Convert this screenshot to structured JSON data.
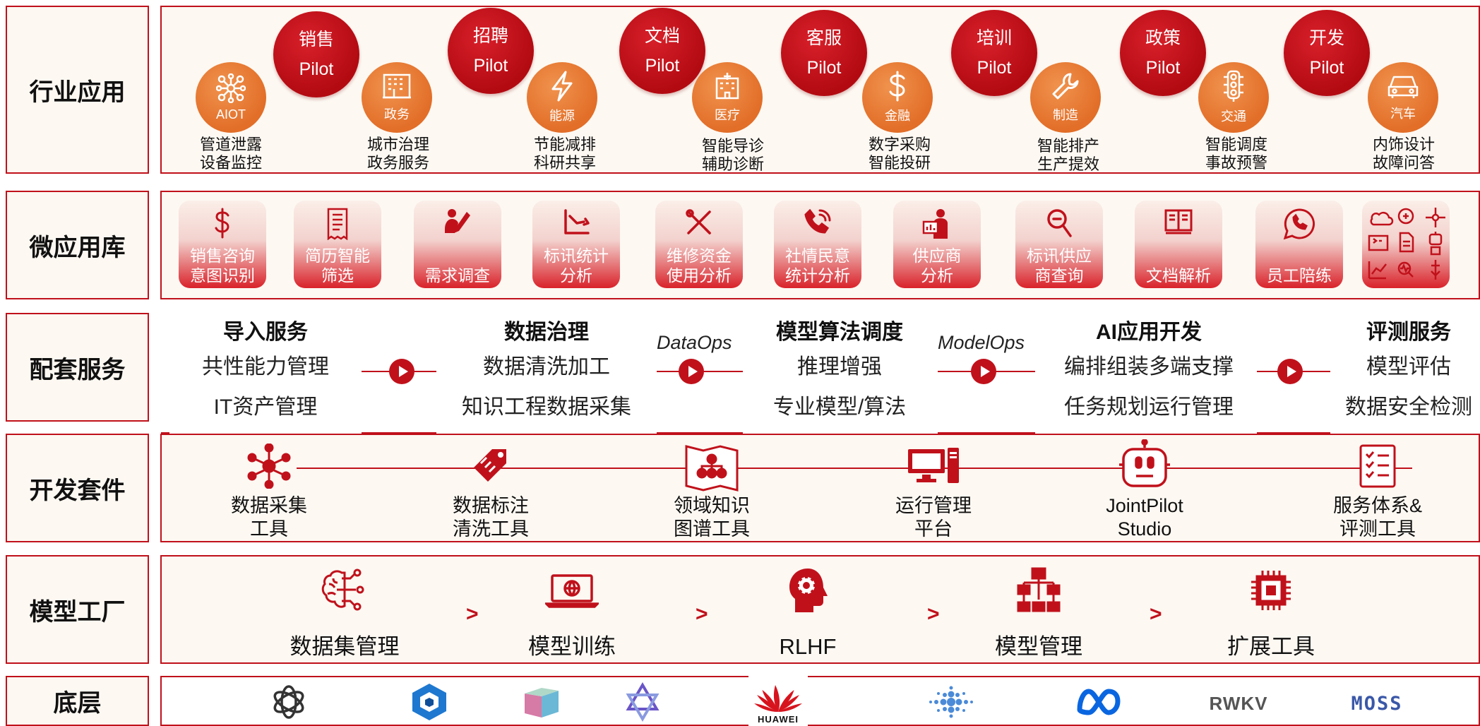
{
  "rows": {
    "industry": "行业应用",
    "micro": "微应用库",
    "services": "配套服务",
    "devkit": "开发套件",
    "factory": "模型工厂",
    "base": "底层"
  },
  "pilots": [
    {
      "name": "销售",
      "suffix": "Pilot"
    },
    {
      "name": "招聘",
      "suffix": "Pilot"
    },
    {
      "name": "文档",
      "suffix": "Pilot"
    },
    {
      "name": "客服",
      "suffix": "Pilot"
    },
    {
      "name": "培训",
      "suffix": "Pilot"
    },
    {
      "name": "政策",
      "suffix": "Pilot"
    },
    {
      "name": "开发",
      "suffix": "Pilot"
    }
  ],
  "sectors": [
    {
      "name": "AIOT",
      "icon": "network-icon",
      "line1": "管道泄露",
      "line2": "设备监控"
    },
    {
      "name": "政务",
      "icon": "building-icon",
      "line1": "城市治理",
      "line2": "政务服务"
    },
    {
      "name": "能源",
      "icon": "lightning-icon",
      "line1": "节能减排",
      "line2": "科研共享"
    },
    {
      "name": "医疗",
      "icon": "hospital-icon",
      "line1": "智能导诊",
      "line2": "辅助诊断"
    },
    {
      "name": "金融",
      "icon": "dollar-icon",
      "line1": "数字采购",
      "line2": "智能投研"
    },
    {
      "name": "制造",
      "icon": "wrench-icon",
      "line1": "智能排产",
      "line2": "生产提效"
    },
    {
      "name": "交通",
      "icon": "traffic-light-icon",
      "line1": "智能调度",
      "line2": "事故预警"
    },
    {
      "name": "汽车",
      "icon": "car-icon",
      "line1": "内饰设计",
      "line2": "故障问答"
    }
  ],
  "micro_apps": [
    {
      "line1": "销售咨询",
      "line2": "意图识别",
      "icon": "dollar-icon"
    },
    {
      "line1": "简历智能",
      "line2": "筛选",
      "icon": "receipt-icon"
    },
    {
      "line1": "需求调查",
      "line2": "",
      "icon": "pen-icon"
    },
    {
      "line1": "标讯统计",
      "line2": "分析",
      "icon": "chart-arrow-icon"
    },
    {
      "line1": "维修资金",
      "line2": "使用分析",
      "icon": "tools-icon"
    },
    {
      "line1": "社情民意",
      "line2": "统计分析",
      "icon": "phone-icon"
    },
    {
      "line1": "供应商",
      "line2": "分析",
      "icon": "presenter-icon"
    },
    {
      "line1": "标讯供应",
      "line2": "商查询",
      "icon": "magnifier-icon"
    },
    {
      "line1": "文档解析",
      "line2": "",
      "icon": "book-icon"
    },
    {
      "line1": "员工陪练",
      "line2": "",
      "icon": "chat-phone-icon"
    }
  ],
  "services": [
    {
      "title": "导入服务",
      "items": [
        "共性能力管理",
        "IT资产管理"
      ]
    },
    {
      "title": "数据治理",
      "items": [
        "数据清洗加工",
        "知识工程数据采集"
      ]
    },
    {
      "title": "模型算法调度",
      "items": [
        "推理增强",
        "专业模型/算法"
      ]
    },
    {
      "title": "AI应用开发",
      "items": [
        "编排组装多端支撑",
        "任务规划运行管理"
      ]
    },
    {
      "title": "评测服务",
      "items": [
        "模型评估",
        "数据安全检测"
      ]
    }
  ],
  "ops": {
    "dataops": "DataOps",
    "modelops": "ModelOps"
  },
  "devkit": [
    {
      "line1": "数据采集",
      "line2": "工具",
      "icon": "network-hub-icon"
    },
    {
      "line1": "数据标注",
      "line2": "清洗工具",
      "icon": "tag-icon"
    },
    {
      "line1": "领域知识",
      "line2": "图谱工具",
      "icon": "knowledge-map-icon"
    },
    {
      "line1": "运行管理",
      "line2": "平台",
      "icon": "computer-icon"
    },
    {
      "line1": "JointPilot",
      "line2": "Studio",
      "icon": "robot-icon"
    },
    {
      "line1": "服务体系&",
      "line2": "评测工具",
      "icon": "checklist-icon"
    }
  ],
  "factory": [
    {
      "label": "数据集管理",
      "icon": "brain-circuit-icon"
    },
    {
      "label": "模型训练",
      "icon": "laptop-globe-icon"
    },
    {
      "label": "RLHF",
      "icon": "head-gear-icon"
    },
    {
      "label": "模型管理",
      "icon": "hierarchy-icon"
    },
    {
      "label": "扩展工具",
      "icon": "chip-icon"
    }
  ],
  "factory_sep": ">",
  "logos": {
    "huawei": "HUAWEI",
    "rwkv": "RWKV",
    "moss": "MOSS"
  }
}
